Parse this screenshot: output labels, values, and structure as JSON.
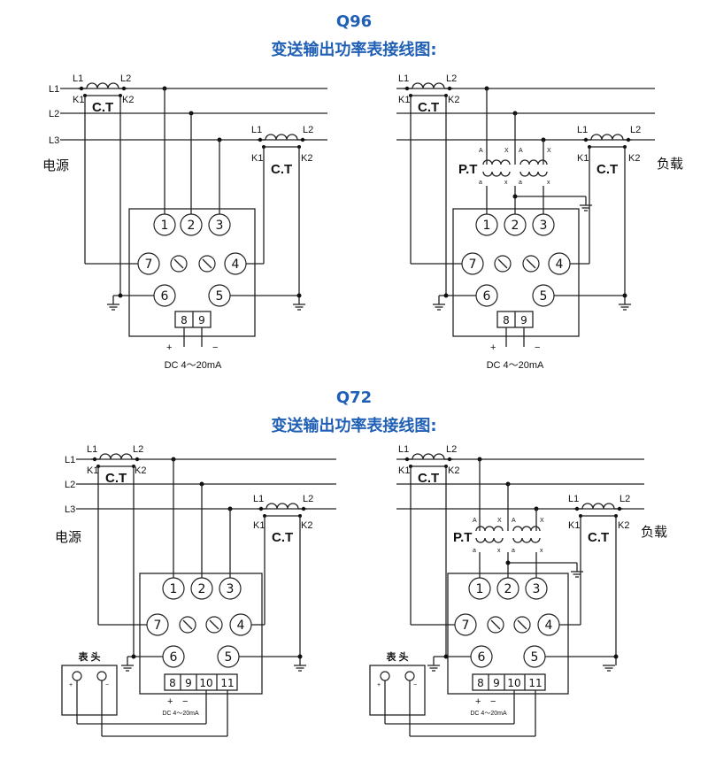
{
  "diagram": {
    "q96": {
      "model": "Q96",
      "title": "变送输出功率表接线图:",
      "dc_label": "DC 4～20mA"
    },
    "q72": {
      "model": "Q72",
      "title": "变送输出功率表接线图:",
      "dc_label": "DC 4～20mA",
      "meter_label": "表  头"
    },
    "labels": {
      "line1": "L1",
      "line2": "L2",
      "line3": "L3",
      "source": "电源",
      "load": "负载",
      "ct": "C.T",
      "pt": "P.T",
      "ct_l1": "L1",
      "ct_l2": "L2",
      "ct_k1": "K1",
      "ct_k2": "K2",
      "pt_A": "A",
      "pt_X": "X",
      "pt_a": "a",
      "pt_x": "x",
      "plus": "+",
      "minus": "−"
    },
    "terminals": {
      "t1": "1",
      "t2": "2",
      "t3": "3",
      "t4": "4",
      "t5": "5",
      "t6": "6",
      "t7": "7",
      "t8": "8",
      "t9": "9",
      "t10": "10",
      "t11": "11"
    }
  }
}
